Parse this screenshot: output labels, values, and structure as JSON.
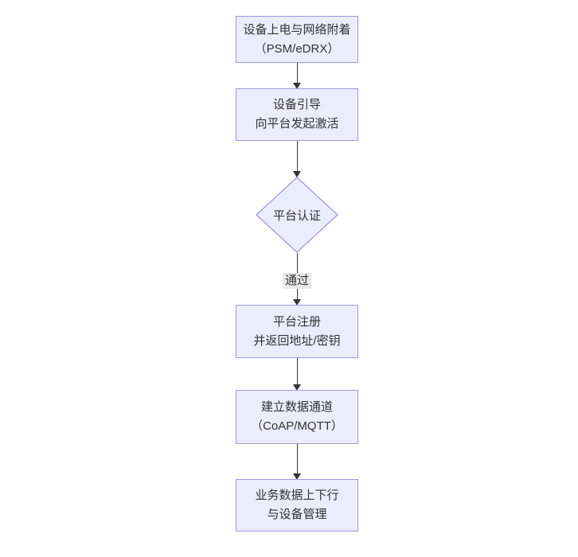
{
  "flowchart": {
    "nodes": [
      {
        "id": "power-on",
        "shape": "rect",
        "lines": [
          "设备上电与网络附着",
          "（PSM/eDRX）"
        ]
      },
      {
        "id": "bootstrap",
        "shape": "rect",
        "lines": [
          "设备引导",
          "向平台发起激活"
        ]
      },
      {
        "id": "platform-auth",
        "shape": "diamond",
        "lines": [
          "平台认证"
        ]
      },
      {
        "id": "register",
        "shape": "rect",
        "lines": [
          "平台注册",
          "并返回地址/密钥"
        ]
      },
      {
        "id": "data-channel",
        "shape": "rect",
        "lines": [
          "建立数据通道",
          "（CoAP/MQTT）"
        ]
      },
      {
        "id": "business-data",
        "shape": "rect",
        "lines": [
          "业务数据上下行",
          "与设备管理"
        ]
      }
    ],
    "edges": [
      {
        "from": "power-on",
        "to": "bootstrap",
        "label": ""
      },
      {
        "from": "bootstrap",
        "to": "platform-auth",
        "label": ""
      },
      {
        "from": "platform-auth",
        "to": "register",
        "label": "通过"
      },
      {
        "from": "register",
        "to": "data-channel",
        "label": ""
      },
      {
        "from": "data-channel",
        "to": "business-data",
        "label": ""
      }
    ]
  },
  "colors": {
    "node_fill": "#ECECFF",
    "node_border": "#A796E0",
    "arrow": "#333333",
    "text": "#333333",
    "edge_label_bg": "#E8E8E8",
    "canvas_bg": "#FFFFFF"
  }
}
